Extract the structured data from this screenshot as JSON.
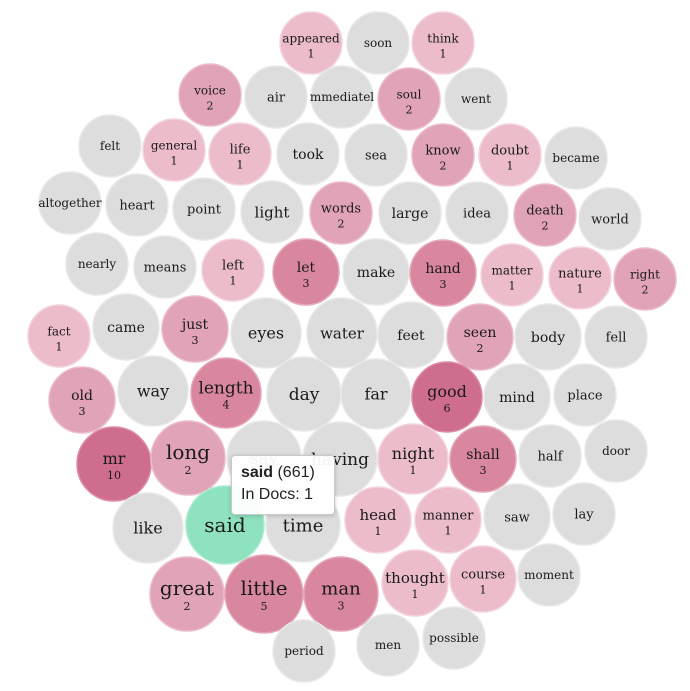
{
  "colors": {
    "grey": "#dddddd",
    "pink_light": "#ecbccb",
    "pink_mid": "#e1a3b7",
    "pink_dark": "#d9879f",
    "pink_darkest": "#cf6d8e",
    "highlight": "#8ee2bf"
  },
  "bubbles": [
    {
      "word": "appeared",
      "count": "1"
    },
    {
      "word": "soon",
      "count": ""
    },
    {
      "word": "think",
      "count": "1"
    },
    {
      "word": "voice",
      "count": "2"
    },
    {
      "word": "air",
      "count": ""
    },
    {
      "word": "mmediatel",
      "count": ""
    },
    {
      "word": "soul",
      "count": "2"
    },
    {
      "word": "went",
      "count": ""
    },
    {
      "word": "felt",
      "count": ""
    },
    {
      "word": "general",
      "count": "1"
    },
    {
      "word": "life",
      "count": "1"
    },
    {
      "word": "took",
      "count": ""
    },
    {
      "word": "sea",
      "count": ""
    },
    {
      "word": "know",
      "count": "2"
    },
    {
      "word": "doubt",
      "count": "1"
    },
    {
      "word": "became",
      "count": ""
    },
    {
      "word": "altogether",
      "count": ""
    },
    {
      "word": "heart",
      "count": ""
    },
    {
      "word": "point",
      "count": ""
    },
    {
      "word": "light",
      "count": ""
    },
    {
      "word": "words",
      "count": "2"
    },
    {
      "word": "large",
      "count": ""
    },
    {
      "word": "idea",
      "count": ""
    },
    {
      "word": "death",
      "count": "2"
    },
    {
      "word": "world",
      "count": ""
    },
    {
      "word": "nearly",
      "count": ""
    },
    {
      "word": "means",
      "count": ""
    },
    {
      "word": "left",
      "count": "1"
    },
    {
      "word": "let",
      "count": "3"
    },
    {
      "word": "make",
      "count": ""
    },
    {
      "word": "hand",
      "count": "3"
    },
    {
      "word": "matter",
      "count": "1"
    },
    {
      "word": "nature",
      "count": "1"
    },
    {
      "word": "right",
      "count": "2"
    },
    {
      "word": "fact",
      "count": "1"
    },
    {
      "word": "came",
      "count": ""
    },
    {
      "word": "just",
      "count": "3"
    },
    {
      "word": "eyes",
      "count": ""
    },
    {
      "word": "water",
      "count": ""
    },
    {
      "word": "feet",
      "count": ""
    },
    {
      "word": "seen",
      "count": "2"
    },
    {
      "word": "body",
      "count": ""
    },
    {
      "word": "fell",
      "count": ""
    },
    {
      "word": "old",
      "count": "3"
    },
    {
      "word": "way",
      "count": ""
    },
    {
      "word": "length",
      "count": "4"
    },
    {
      "word": "day",
      "count": ""
    },
    {
      "word": "far",
      "count": ""
    },
    {
      "word": "good",
      "count": "6"
    },
    {
      "word": "mind",
      "count": ""
    },
    {
      "word": "place",
      "count": ""
    },
    {
      "word": "mr",
      "count": "10"
    },
    {
      "word": "long",
      "count": "2"
    },
    {
      "word": "say",
      "count": ""
    },
    {
      "word": "having",
      "count": ""
    },
    {
      "word": "night",
      "count": "1"
    },
    {
      "word": "shall",
      "count": "3"
    },
    {
      "word": "half",
      "count": ""
    },
    {
      "word": "door",
      "count": ""
    },
    {
      "word": "like",
      "count": ""
    },
    {
      "word": "said",
      "count": ""
    },
    {
      "word": "time",
      "count": ""
    },
    {
      "word": "head",
      "count": "1"
    },
    {
      "word": "manner",
      "count": "1"
    },
    {
      "word": "saw",
      "count": ""
    },
    {
      "word": "lay",
      "count": ""
    },
    {
      "word": "great",
      "count": "2"
    },
    {
      "word": "little",
      "count": "5"
    },
    {
      "word": "man",
      "count": "3"
    },
    {
      "word": "thought",
      "count": "1"
    },
    {
      "word": "course",
      "count": "1"
    },
    {
      "word": "moment",
      "count": ""
    },
    {
      "word": "period",
      "count": ""
    },
    {
      "word": "men",
      "count": ""
    },
    {
      "word": "possible",
      "count": ""
    }
  ],
  "tooltip": {
    "word": "said",
    "frequency": "(661)",
    "docs": "In Docs: 1"
  }
}
